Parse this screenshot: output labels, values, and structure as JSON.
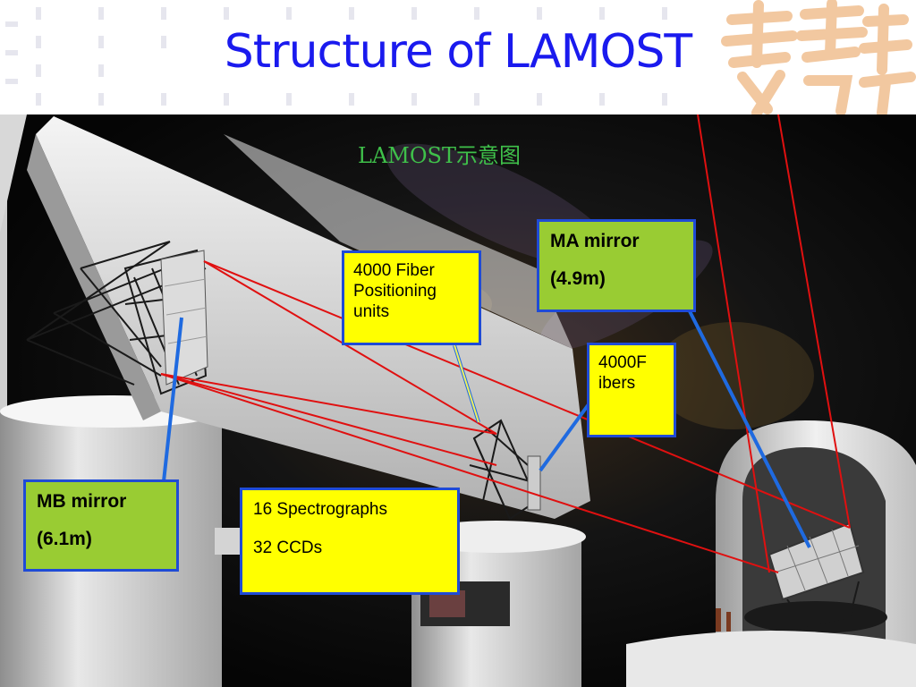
{
  "title": "Structure of LAMOST",
  "scene_caption": "LAMOST示意图",
  "callouts": {
    "fiber_positioning": [
      "4000 Fiber",
      "Positioning",
      "units"
    ],
    "fibers": [
      "4000F",
      "ibers"
    ],
    "ma_mirror": [
      "MA mirror",
      "(4.9m)"
    ],
    "mb_mirror": [
      "MB mirror",
      "(6.1m)"
    ],
    "spectrographs": [
      "16 Spectrographs",
      "32 CCDs"
    ]
  },
  "colors": {
    "title": "#1a1aee",
    "callout_border": "#1f4bd6",
    "callout_yellow": "#ffff00",
    "callout_green": "#99cc33",
    "light_path": "#e01010"
  }
}
